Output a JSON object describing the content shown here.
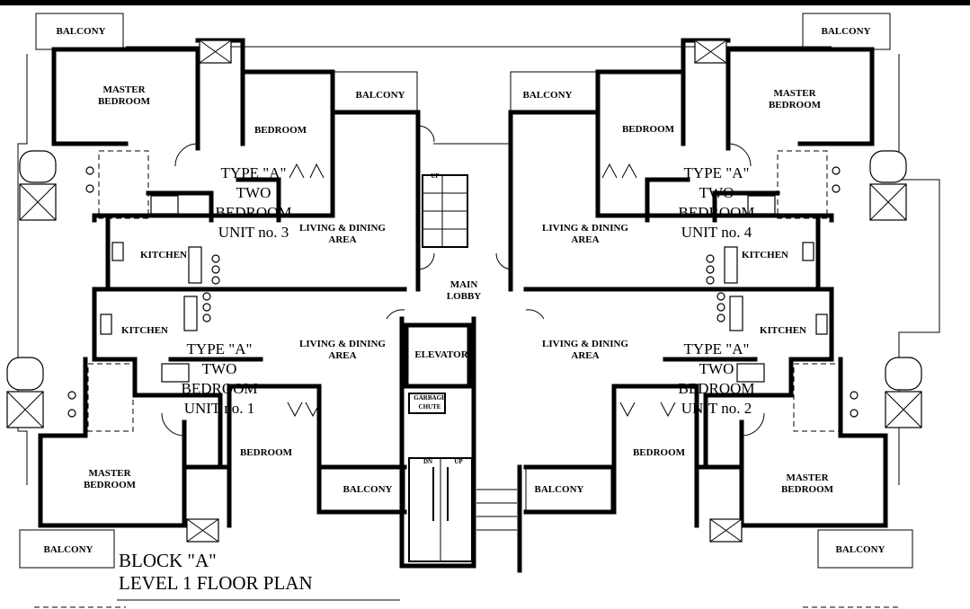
{
  "plan": {
    "title_line1": "BLOCK \"A\"",
    "title_line2": "LEVEL 1 FLOOR PLAN"
  },
  "units": [
    {
      "line1": "TYPE \"A\"",
      "line2": "TWO",
      "line3": "BEDROOM",
      "line4": "UNIT no. 3"
    },
    {
      "line1": "TYPE \"A\"",
      "line2": "TWO",
      "line3": "BEDROOM",
      "line4": "UNIT no. 4"
    },
    {
      "line1": "TYPE \"A\"",
      "line2": "TWO",
      "line3": "BEDROOM",
      "line4": "UNIT no. 1"
    },
    {
      "line1": "TYPE \"A\"",
      "line2": "TWO",
      "line3": "BEDROOM",
      "line4": "UNIT no. 2"
    }
  ],
  "rooms": {
    "balcony": "BALCONY",
    "master_bedroom_1": "MASTER",
    "master_bedroom_2": "BEDROOM",
    "bedroom": "BEDROOM",
    "living_1": "LIVING & DINING",
    "living_2": "AREA",
    "kitchen": "KITCHEN",
    "main_lobby_1": "MAIN",
    "main_lobby_2": "LOBBY",
    "elevator": "ELEVATOR",
    "garbage_1": "GARBAGE",
    "garbage_2": "CHUTE",
    "stair_up": "UP",
    "stair_dn": "DN"
  }
}
